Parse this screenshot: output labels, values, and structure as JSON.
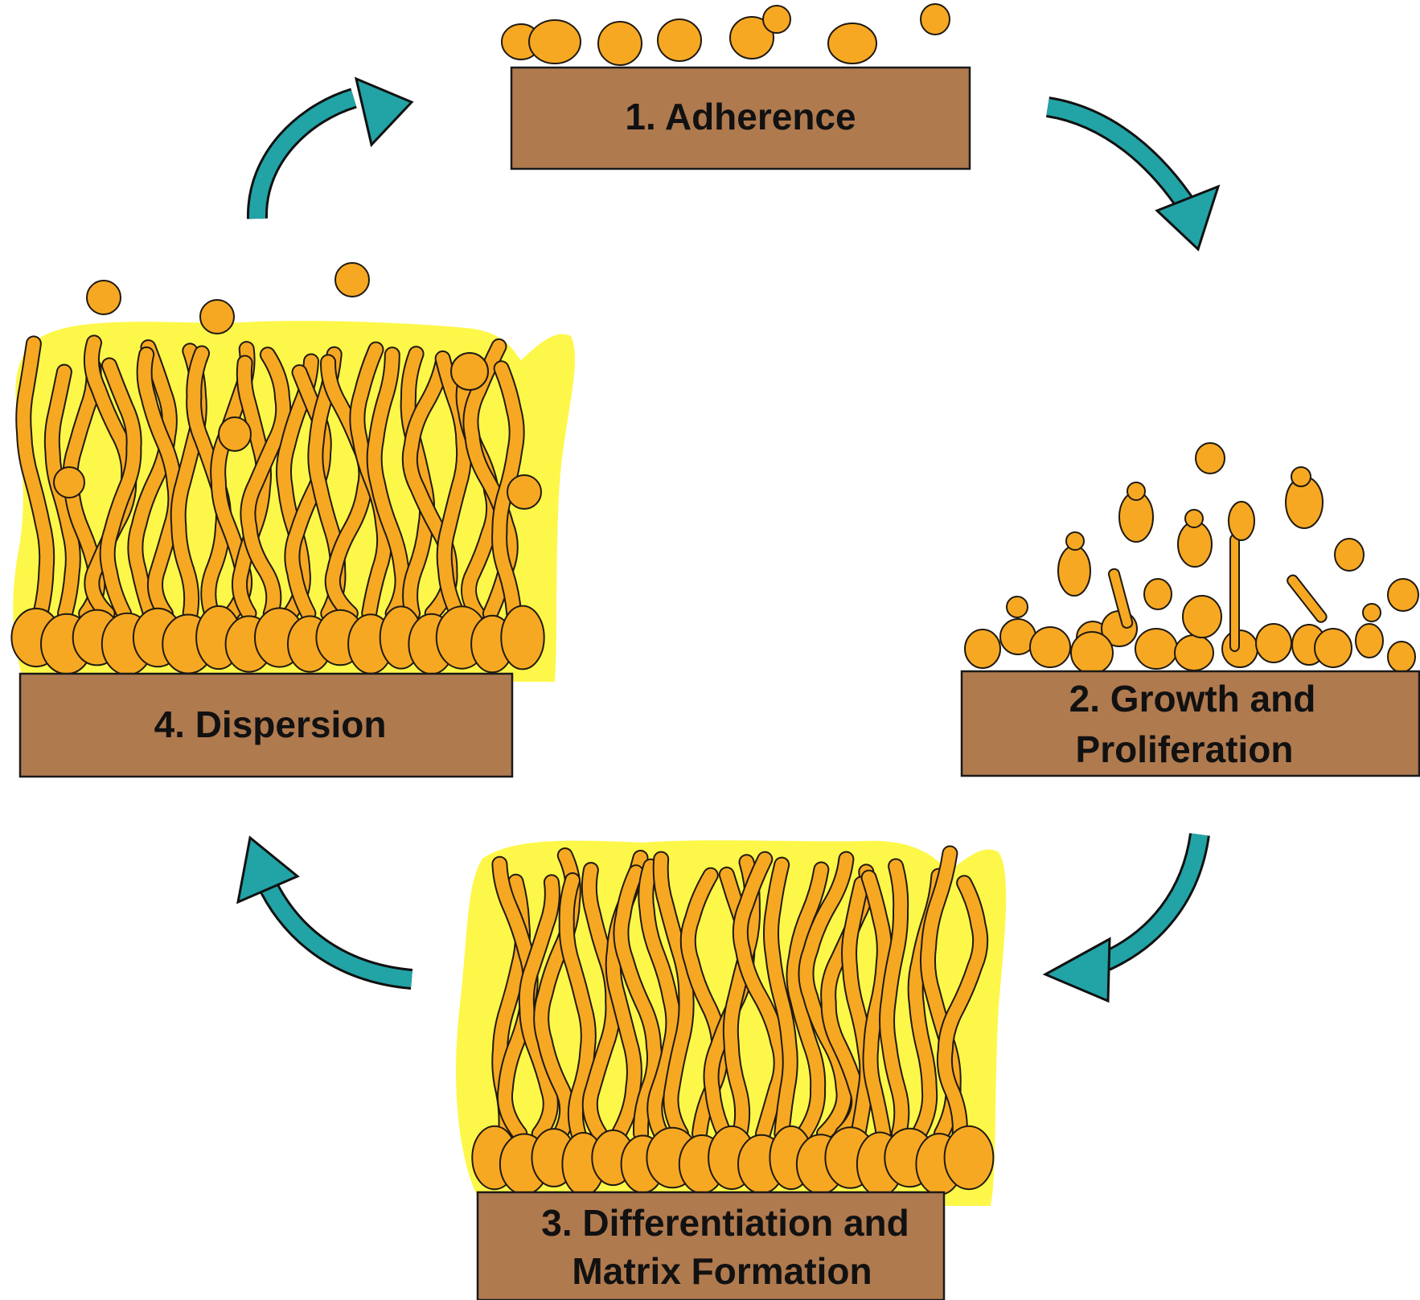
{
  "colors": {
    "substrate": "#b07a4f",
    "cell": "#f7a823",
    "matrix": "#fdf74a",
    "arrow": "#22a3a6"
  },
  "stages": [
    {
      "id": "adherence",
      "line1": "1. Adherence",
      "line2": ""
    },
    {
      "id": "growth",
      "line1": "2. Growth and",
      "line2": "Proliferation"
    },
    {
      "id": "differentiation",
      "line1": "3. Differentiation and",
      "line2": "Matrix Formation"
    },
    {
      "id": "dispersion",
      "line1": "4. Dispersion",
      "line2": ""
    }
  ]
}
